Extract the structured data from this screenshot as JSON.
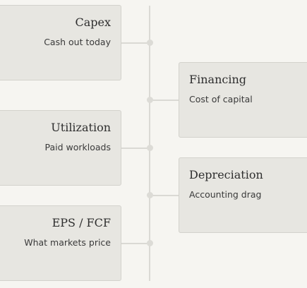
{
  "items": [
    {
      "title": "Capex",
      "subtitle": "Cash out today"
    },
    {
      "title": "Financing",
      "subtitle": "Cost of capital"
    },
    {
      "title": "Utilization",
      "subtitle": "Paid workloads"
    },
    {
      "title": "Depreciation",
      "subtitle": "Accounting drag"
    },
    {
      "title": "EPS / FCF",
      "subtitle": "What markets price"
    }
  ]
}
